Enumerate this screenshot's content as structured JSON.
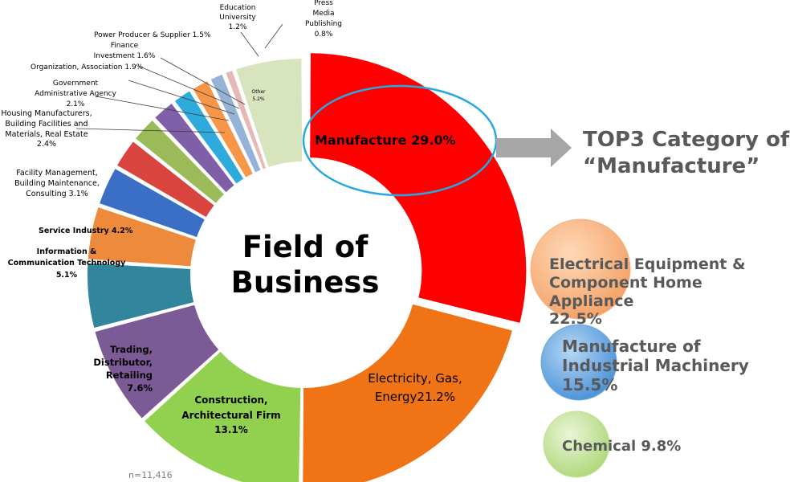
{
  "chart_data": {
    "type": "donut",
    "center_title": [
      "Field of",
      "Business"
    ],
    "note": "n=11,416",
    "segments": [
      {
        "label": "Manufacture",
        "value": 29.0,
        "text": "Manufacture 29.0%",
        "color": "#ff0000"
      },
      {
        "label": "Electricity, Gas, Energy",
        "value": 21.2,
        "lines": [
          "Electricity, Gas,",
          "Energy21.2%"
        ],
        "color": "#f07316"
      },
      {
        "label": "Construction, Architectural Firm",
        "value": 13.1,
        "lines": [
          "Construction,",
          "Architectural Firm",
          "13.1%"
        ],
        "color": "#92d050"
      },
      {
        "label": "Trading, Distributor, Retailing",
        "value": 7.6,
        "lines": [
          "Trading,",
          "Distributor, Retailing",
          "7.6%"
        ],
        "color": "#7b5a96"
      },
      {
        "label": "Information & Communication Technology",
        "value": 5.1,
        "lines": [
          "Information &",
          "Communication Technology",
          "5.1%"
        ],
        "color": "#31859c"
      },
      {
        "label": "Service Industry",
        "value": 4.2,
        "lines": [
          "Service Industry  4.2%"
        ],
        "color": "#ee8a3c"
      },
      {
        "label": "Facility Management, Building Maintenance, Consulting",
        "value": 3.1,
        "lines": [
          "Facility Management,",
          "Building Maintenance,",
          "Consulting  3.1%"
        ],
        "color": "#3b6fc6"
      },
      {
        "label": "Housing Manufacturers, Building Facilities and Materials, Real Estate",
        "value": 2.4,
        "lines": [
          "Housing Manufacturers,",
          "Building Facilities and",
          "Materials, Real Estate",
          "2.4%"
        ],
        "color": "#d9443e"
      },
      {
        "label": "Government Administrative Agency",
        "value": 2.1,
        "lines": [
          "Government",
          "Administrative Agency",
          "2.1%"
        ],
        "color": "#9bbb59"
      },
      {
        "label": "Organization, Association",
        "value": 1.9,
        "lines": [
          "Organization, Association  1.9%"
        ],
        "color": "#7f5fa8"
      },
      {
        "label": "Finance Investment",
        "value": 1.6,
        "lines": [
          "Finance",
          "Investment  1.6%"
        ],
        "color": "#2eaadc"
      },
      {
        "label": "Power Producer & Supplier",
        "value": 1.5,
        "lines": [
          "Power Producer & Supplier   1.5%"
        ],
        "color": "#f79646"
      },
      {
        "label": "Education University",
        "value": 1.2,
        "lines": [
          "Education",
          "University",
          "1.2%"
        ],
        "color": "#95b3d7"
      },
      {
        "label": "Press Media Publishing",
        "value": 0.8,
        "lines": [
          "Press",
          "Media",
          "Publishing",
          "0.8%"
        ],
        "color": "#e6b9b8"
      },
      {
        "label": "Other",
        "value": 5.2,
        "lines": [
          "Other",
          "5.2%"
        ],
        "color": "#d7e4bd"
      }
    ],
    "highlight": "Manufacture",
    "top3_title": [
      "TOP3 Category of",
      "“Manufacture”"
    ],
    "top3": [
      {
        "lines": [
          "Electrical Equipment &",
          "Component Home Appliance",
          "22.5%"
        ],
        "value": 22.5,
        "color": "#f8b383"
      },
      {
        "lines": [
          "Manufacture of",
          "Industrial Machinery",
          "15.5%"
        ],
        "value": 15.5,
        "color": "#6fa8dc"
      },
      {
        "lines": [
          "Chemical  9.8%"
        ],
        "value": 9.8,
        "color": "#c4e29a"
      }
    ],
    "colors": {
      "highlight_ellipse": "#26a9e0",
      "arrow": "#a6a6a6",
      "text_gray": "#595959"
    }
  }
}
